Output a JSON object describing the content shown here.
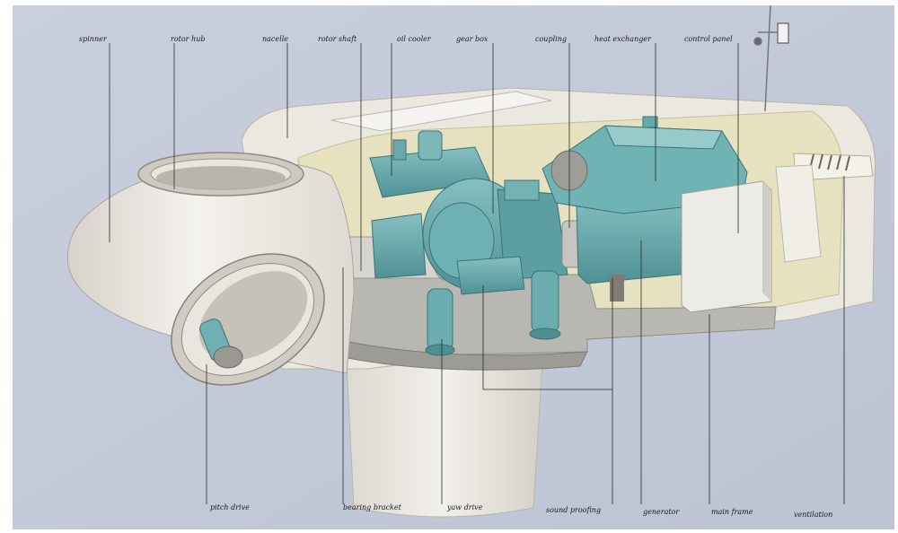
{
  "colors": {
    "background": "#c3cad9",
    "housing": "#ece9e2",
    "housing_shade": "#d3cfc6",
    "interior": "#e7e3c2",
    "machinery": "#5fa3a6",
    "machinery_dark": "#3f7f82",
    "machinery_light": "#8fc5c5",
    "metal": "#c9c9c9"
  },
  "labels": {
    "top": {
      "spinner": "spinner",
      "rotor_hub": "rotor hub",
      "nacelle": "nacelle",
      "rotor_shaft": "rotor shaft",
      "oil_cooler": "oil cooler",
      "gear_box": "gear box",
      "coupling": "coupling",
      "heat_exchanger": "heat exchanger",
      "control_panel": "control panel"
    },
    "bottom": {
      "pitch_drive": "pitch drive",
      "bearing_bracket": "bearing bracket",
      "yaw_drive": "yaw drive",
      "sound_proofing": "sound proofing",
      "generator": "generator",
      "main_frame": "main frame",
      "ventilation": "ventilation"
    }
  }
}
